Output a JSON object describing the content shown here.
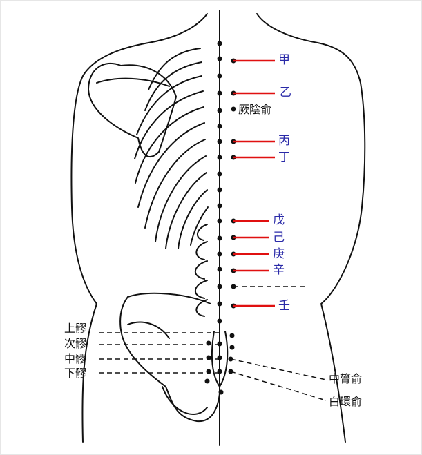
{
  "colors": {
    "line": "#e01010",
    "label_blue": "#2a2aa8",
    "label_black": "#111111",
    "outline": "#111111"
  },
  "labels": {
    "jia": "甲",
    "yi": "乙",
    "jueyinshu": "厥陰俞",
    "bing": "丙",
    "ding": "丁",
    "wu": "戊",
    "ji": "己",
    "geng": "庚",
    "xin": "辛",
    "ren": "壬",
    "shangliao": "上髎",
    "ciliao": "次髎",
    "zhongliao": "中髎",
    "xialiao": "下髎",
    "zhonglushu": "中膂俞",
    "baihuanshu": "白環俞"
  }
}
